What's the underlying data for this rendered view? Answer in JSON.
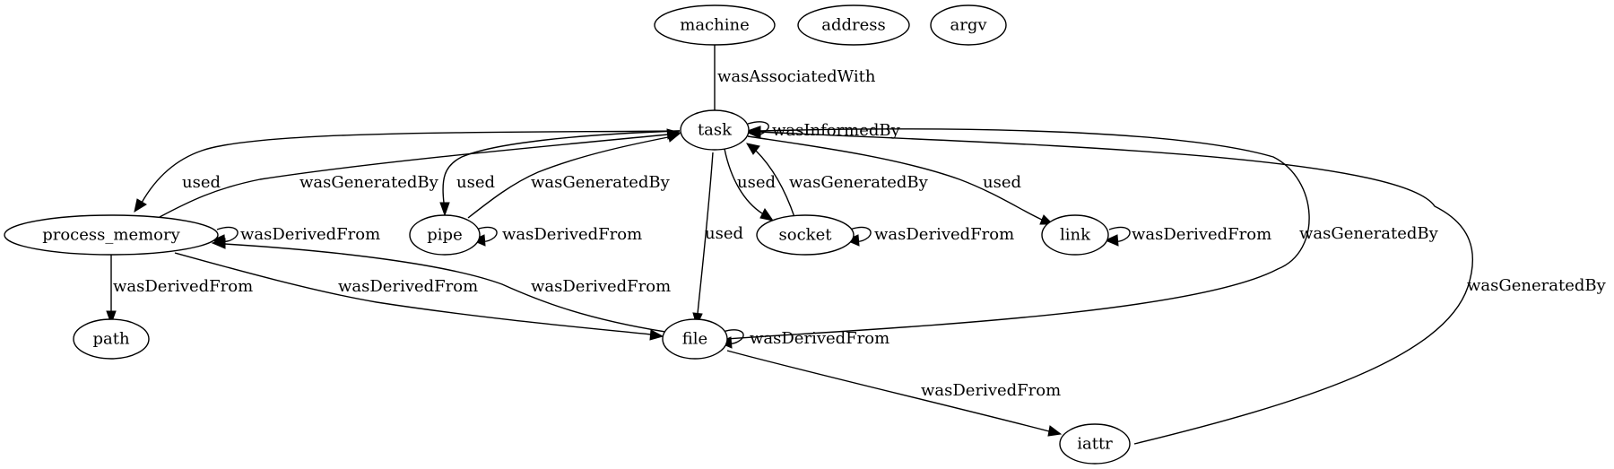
{
  "nodes": {
    "machine": "machine",
    "address": "address",
    "argv": "argv",
    "task": "task",
    "process_memory": "process_memory",
    "pipe": "pipe",
    "socket": "socket",
    "link": "link",
    "path": "path",
    "file": "file",
    "iattr": "iattr"
  },
  "edges": [
    {
      "id": "machine-task",
      "from": "machine",
      "to": "task",
      "label": "wasAssociatedWith"
    },
    {
      "id": "task-task",
      "from": "task",
      "to": "task",
      "label": "wasInformedBy"
    },
    {
      "id": "task-process_memory",
      "from": "task",
      "to": "process_memory",
      "label": "used"
    },
    {
      "id": "process_memory-task",
      "from": "process_memory",
      "to": "task",
      "label": "wasGeneratedBy"
    },
    {
      "id": "task-pipe",
      "from": "task",
      "to": "pipe",
      "label": "used"
    },
    {
      "id": "pipe-task",
      "from": "pipe",
      "to": "task",
      "label": "wasGeneratedBy"
    },
    {
      "id": "task-socket",
      "from": "task",
      "to": "socket",
      "label": "used"
    },
    {
      "id": "socket-task",
      "from": "socket",
      "to": "task",
      "label": "wasGeneratedBy"
    },
    {
      "id": "task-link",
      "from": "task",
      "to": "link",
      "label": "used"
    },
    {
      "id": "task-file",
      "from": "task",
      "to": "file",
      "label": "used"
    },
    {
      "id": "file-task",
      "from": "file",
      "to": "task",
      "label": "wasGeneratedBy"
    },
    {
      "id": "iattr-task",
      "from": "iattr",
      "to": "task",
      "label": "wasGeneratedBy"
    },
    {
      "id": "process_memory-process_memory",
      "from": "process_memory",
      "to": "process_memory",
      "label": "wasDerivedFrom"
    },
    {
      "id": "pipe-pipe",
      "from": "pipe",
      "to": "pipe",
      "label": "wasDerivedFrom"
    },
    {
      "id": "socket-socket",
      "from": "socket",
      "to": "socket",
      "label": "wasDerivedFrom"
    },
    {
      "id": "link-link",
      "from": "link",
      "to": "link",
      "label": "wasDerivedFrom"
    },
    {
      "id": "process_memory-path",
      "from": "process_memory",
      "to": "path",
      "label": "wasDerivedFrom"
    },
    {
      "id": "process_memory-file",
      "from": "process_memory",
      "to": "file",
      "label": "wasDerivedFrom"
    },
    {
      "id": "file-process_memory",
      "from": "file",
      "to": "process_memory",
      "label": "wasDerivedFrom"
    },
    {
      "id": "file-file",
      "from": "file",
      "to": "file",
      "label": "wasDerivedFrom"
    },
    {
      "id": "file-iattr",
      "from": "file",
      "to": "iattr",
      "label": "wasDerivedFrom"
    }
  ]
}
